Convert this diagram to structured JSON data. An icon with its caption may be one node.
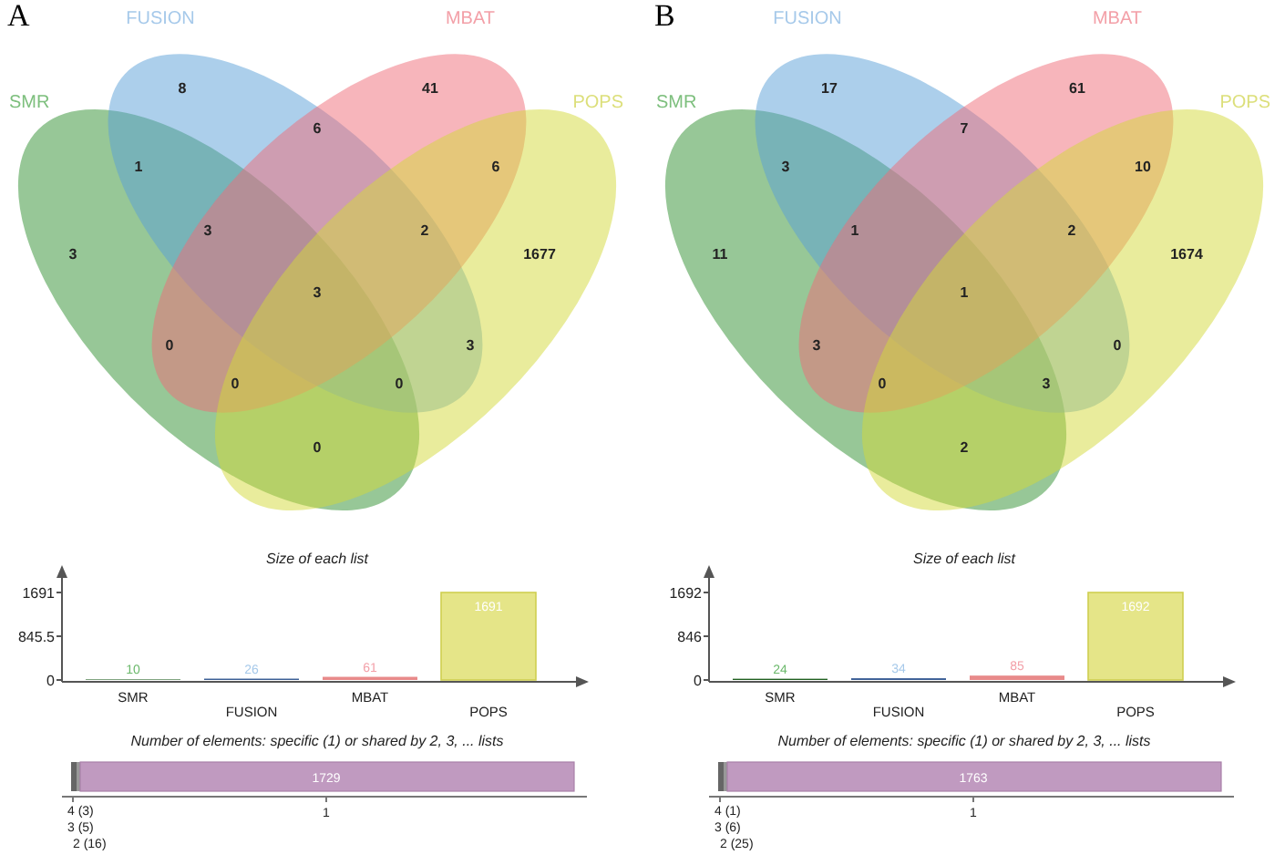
{
  "diagram": {
    "nodes": [
      {
        "text": [
          "SMR"
        ]
      },
      {
        "text": [
          "FUSION"
        ]
      },
      {
        "text": [
          "MBAT"
        ]
      },
      {
        "text": [
          "POPS"
        ]
      },
      {
        "text": [
          "SMR"
        ]
      },
      {
        "text": [
          "FUSION"
        ]
      },
      {
        "text": [
          "MBAT"
        ]
      },
      {
        "text": [
          "POPS"
        ]
      }
    ],
    "labels": [
      "A",
      "8",
      "41",
      "1",
      "6",
      "6",
      "3",
      "3",
      "2",
      "1677",
      "3",
      "0",
      "3",
      "0",
      "0",
      "0",
      "Number of elements: specific (1) or shared by 2, 3, ... lists",
      "1729",
      "1",
      "4 (3)",
      "3 (5)",
      "2 (16)",
      "B",
      "17",
      "61",
      "3",
      "7",
      "10",
      "11",
      "1",
      "2",
      "1674",
      "1",
      "3",
      "0",
      "0",
      "3",
      "2",
      "Number of elements: specific (1) or shared by 2, 3, ... lists",
      "1763",
      "1",
      "4 (1)",
      "3 (6)",
      "2 (25)"
    ],
    "chart_data": [
      {
        "type": "bar",
        "title": "Size of each list",
        "categories": [
          "SMR",
          "FUSION",
          "MBAT",
          "POPS"
        ],
        "values": [
          10,
          26,
          61,
          1691
        ],
        "ylim": [
          0,
          1691
        ],
        "yticks": [
          0,
          845.5,
          1691
        ],
        "data_labels": true
      },
      {
        "type": "bar",
        "title": "Size of each list",
        "categories": [
          "SMR",
          "FUSION",
          "MBAT",
          "POPS"
        ],
        "values": [
          24,
          34,
          85,
          1692
        ],
        "ylim": [
          0,
          1692
        ],
        "yticks": [
          0,
          846,
          1692
        ],
        "data_labels": true
      }
    ]
  }
}
